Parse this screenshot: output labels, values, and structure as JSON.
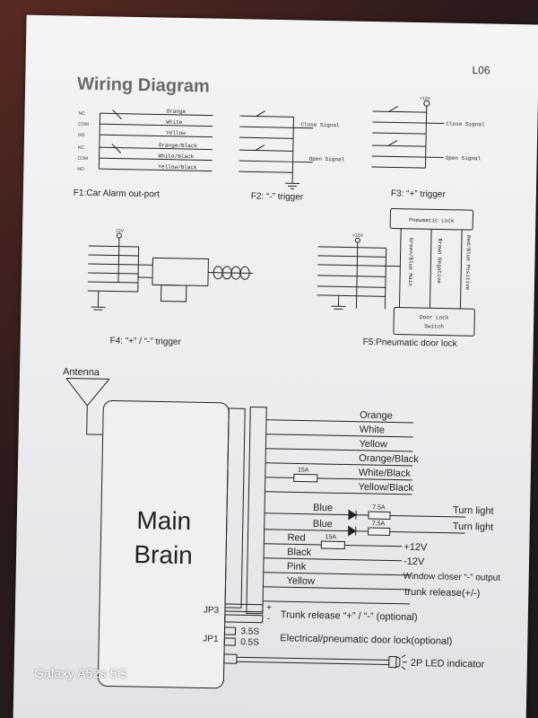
{
  "header": {
    "title": "Wiring Diagram",
    "model": "L06"
  },
  "f1": {
    "caption": "F1:Car Alarm out-port",
    "contacts": [
      "NC",
      "COM",
      "NO",
      "NC",
      "COM",
      "NO"
    ],
    "wires": [
      "Orange",
      "White",
      "Yellow",
      "Orange/Black",
      "White/Black",
      "Yellow/Black"
    ]
  },
  "f2": {
    "caption": "F2: “-” trigger",
    "close": "Close Signal",
    "open": "Open Signal"
  },
  "f3": {
    "caption": "F3: “+” trigger",
    "voltage": "+12V",
    "close": "Close Signal",
    "open": "Open Signal"
  },
  "f4": {
    "caption": "F4: “+” / “-” trigger",
    "voltage": "12V"
  },
  "f5": {
    "caption": "F5:Pneumatic door lock",
    "voltage": "+12V",
    "pump": "Pneumatic Lock",
    "wires": [
      "Green/Blue Main",
      "Brown Negative",
      "Red/Blue Positive"
    ],
    "switch_line1": "Door Lock",
    "switch_line2": "Switch"
  },
  "main": {
    "antenna": "Antenna",
    "brain_line1": "Main",
    "brain_line2": "Brain",
    "wires": [
      "Orange",
      "White",
      "Yellow",
      "Orange/Black",
      "White/Black",
      "Yellow/Black"
    ],
    "fuse_15a": "15A",
    "turn_rows": [
      {
        "wire": "Blue",
        "fuse": "7.5A",
        "label": "Turn light"
      },
      {
        "wire": "Blue",
        "fuse": "7.5A",
        "label": "Turn light"
      }
    ],
    "power_rows": [
      {
        "wire": "Red",
        "fuse": "15A",
        "label": "+12V"
      },
      {
        "wire": "Black",
        "label": "-12V"
      },
      {
        "wire": "Pink",
        "label": "Window closer “-” output"
      },
      {
        "wire": "Yellow",
        "label": "trunk release(+/-)"
      }
    ],
    "jp3": {
      "name": "JP3",
      "plus": "+",
      "minus": "-",
      "label": "Trunk release “+” / “-” (optional)"
    },
    "jp1": {
      "name": "JP1",
      "opt1": "3.5S",
      "opt2": "0.5S",
      "label": "Electrical/pneumatic door lock(optional)"
    },
    "led": "2P LED indicator"
  },
  "overlay": {
    "watermark": "Galaxy A52s 5G"
  }
}
